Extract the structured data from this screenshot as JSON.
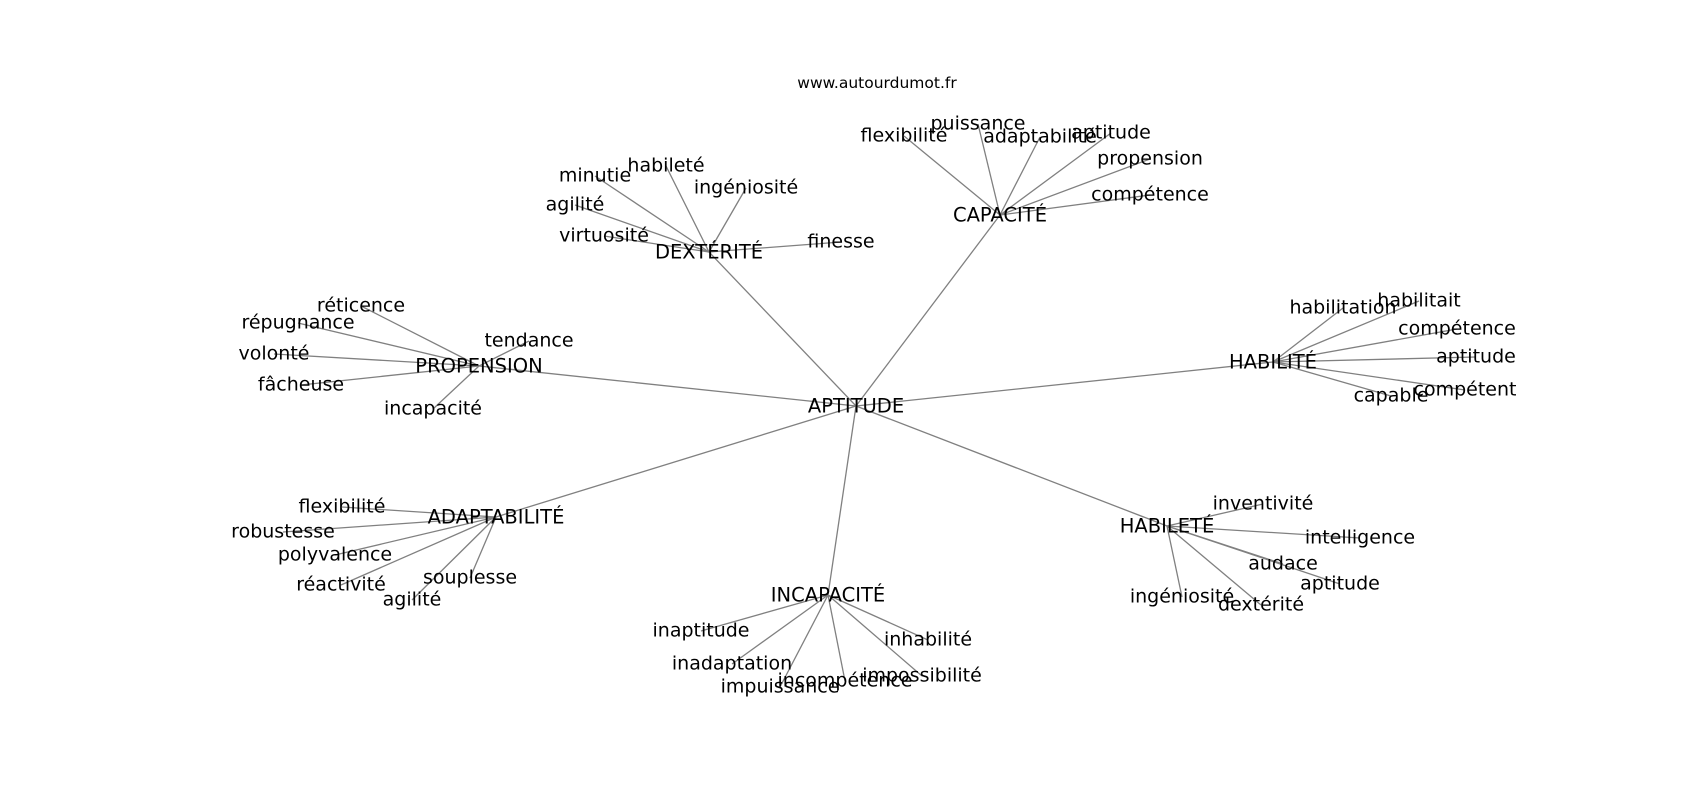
{
  "watermark": "www.autourdumot.fr",
  "colors": {
    "edge": "#808080",
    "text": "#000000",
    "background": "#ffffff"
  },
  "root": {
    "id": "aptitude",
    "label": "APTITUDE"
  },
  "hubs": [
    {
      "id": "dexterite",
      "label": "DEXTÉRITÉ",
      "children": [
        "virtuosité",
        "agilité",
        "minutie",
        "habileté",
        "ingéniosité",
        "finesse"
      ]
    },
    {
      "id": "capacite",
      "label": "CAPACITÉ",
      "children": [
        "flexibilité",
        "puissance",
        "adaptabilité",
        "aptitude",
        "propension",
        "compétence"
      ]
    },
    {
      "id": "propension",
      "label": "PROPENSION",
      "children": [
        "réticence",
        "répugnance",
        "volonté",
        "fâcheuse",
        "incapacité",
        "tendance"
      ]
    },
    {
      "id": "habilite-1",
      "label": "HABILITÉ",
      "children": [
        "habilitation",
        "habilitait",
        "compétence",
        "aptitude",
        "compétent",
        "capable"
      ]
    },
    {
      "id": "adaptabilite",
      "label": "ADAPTABILITÉ",
      "children": [
        "flexibilité",
        "robustesse",
        "polyvalence",
        "réactivité",
        "agilité",
        "souplesse"
      ]
    },
    {
      "id": "incapacite",
      "label": "INCAPACITÉ",
      "children": [
        "inaptitude",
        "inadaptation",
        "impuissance",
        "incompétence",
        "impossibilité",
        "inhabilité"
      ]
    },
    {
      "id": "habilete",
      "label": "HABILETÉ",
      "children": [
        "inventivité",
        "intelligence",
        "audace",
        "aptitude",
        "dextérité",
        "ingéniosité"
      ]
    }
  ]
}
